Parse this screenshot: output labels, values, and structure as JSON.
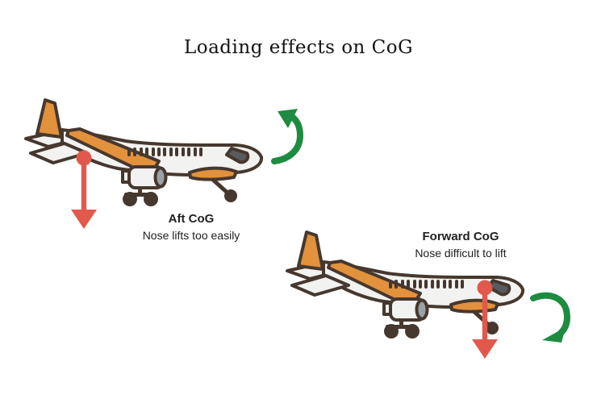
{
  "title": "Loading effects on CoG",
  "colors": {
    "background": "#ffffff",
    "outline": "#46382e",
    "orange": "#e2913c",
    "fuselage": "#f2f2f0",
    "cockpit": "#5a5b5e",
    "intake": "#9aa2a4",
    "red_arrow": "#e0594c",
    "green_arrow": "#1d8c40",
    "title_text": "#131313",
    "label_text": "#212121"
  },
  "icons": {
    "airplane": "airplane-side-icon",
    "weight_arrow": "cog-weight-down-arrow-icon",
    "pitch_up_arrow": "curved-pitch-up-arrow-icon",
    "pitch_down_arrow": "curved-pitch-down-arrow-icon"
  },
  "scenarios": [
    {
      "label": "Aft CoG",
      "description": "Nose lifts too easily"
    },
    {
      "label": "Forward CoG",
      "description": "Nose difficult to lift"
    }
  ]
}
